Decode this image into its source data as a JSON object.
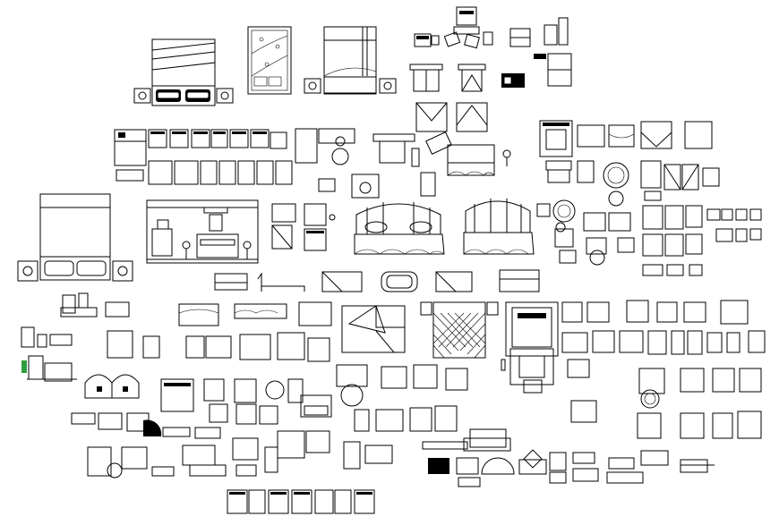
{
  "sheet": {
    "kind": "CAD block library drawing",
    "background": "#ffffff",
    "line_color": "#000000",
    "accent_color": "#2e9e3e"
  },
  "blocks": {
    "double_beds_top_view": "bed-plan-double",
    "single_beds_top_view": "bed-plan-single",
    "bed_elevations": "bed-elevation",
    "bedroom_layouts": "bedroom-layout",
    "side_tables": "nightstand",
    "sofas": "sofa"
  }
}
